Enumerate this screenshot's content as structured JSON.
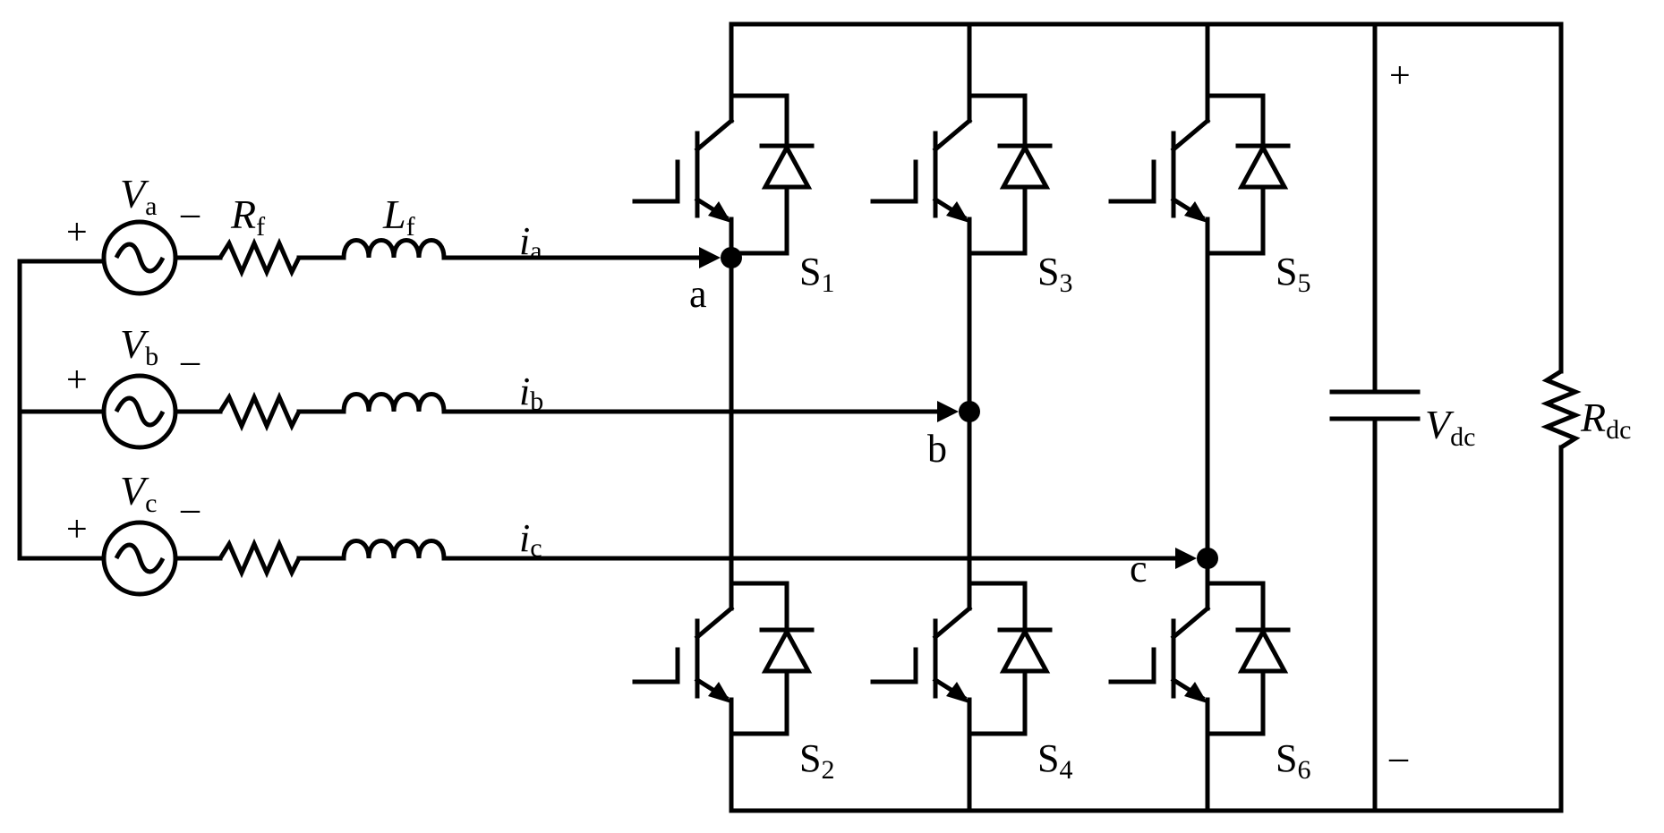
{
  "sources": [
    {
      "name": "V",
      "sub": "a",
      "plus": "+",
      "minus": "–"
    },
    {
      "name": "V",
      "sub": "b",
      "plus": "+",
      "minus": "–"
    },
    {
      "name": "V",
      "sub": "c",
      "plus": "+",
      "minus": "–"
    }
  ],
  "filter": {
    "resistor": {
      "name": "R",
      "sub": "f"
    },
    "inductor": {
      "name": "L",
      "sub": "f"
    }
  },
  "currents": [
    {
      "name": "i",
      "sub": "a"
    },
    {
      "name": "i",
      "sub": "b"
    },
    {
      "name": "i",
      "sub": "c"
    }
  ],
  "nodes": [
    "a",
    "b",
    "c"
  ],
  "switches": [
    {
      "name": "S",
      "sub": "1"
    },
    {
      "name": "S",
      "sub": "2"
    },
    {
      "name": "S",
      "sub": "3"
    },
    {
      "name": "S",
      "sub": "4"
    },
    {
      "name": "S",
      "sub": "5"
    },
    {
      "name": "S",
      "sub": "6"
    }
  ],
  "dc_link": {
    "capacitor": {
      "name": "V",
      "sub": "dc"
    },
    "load": {
      "name": "R",
      "sub": "dc"
    },
    "plus": "+",
    "minus": "–"
  }
}
